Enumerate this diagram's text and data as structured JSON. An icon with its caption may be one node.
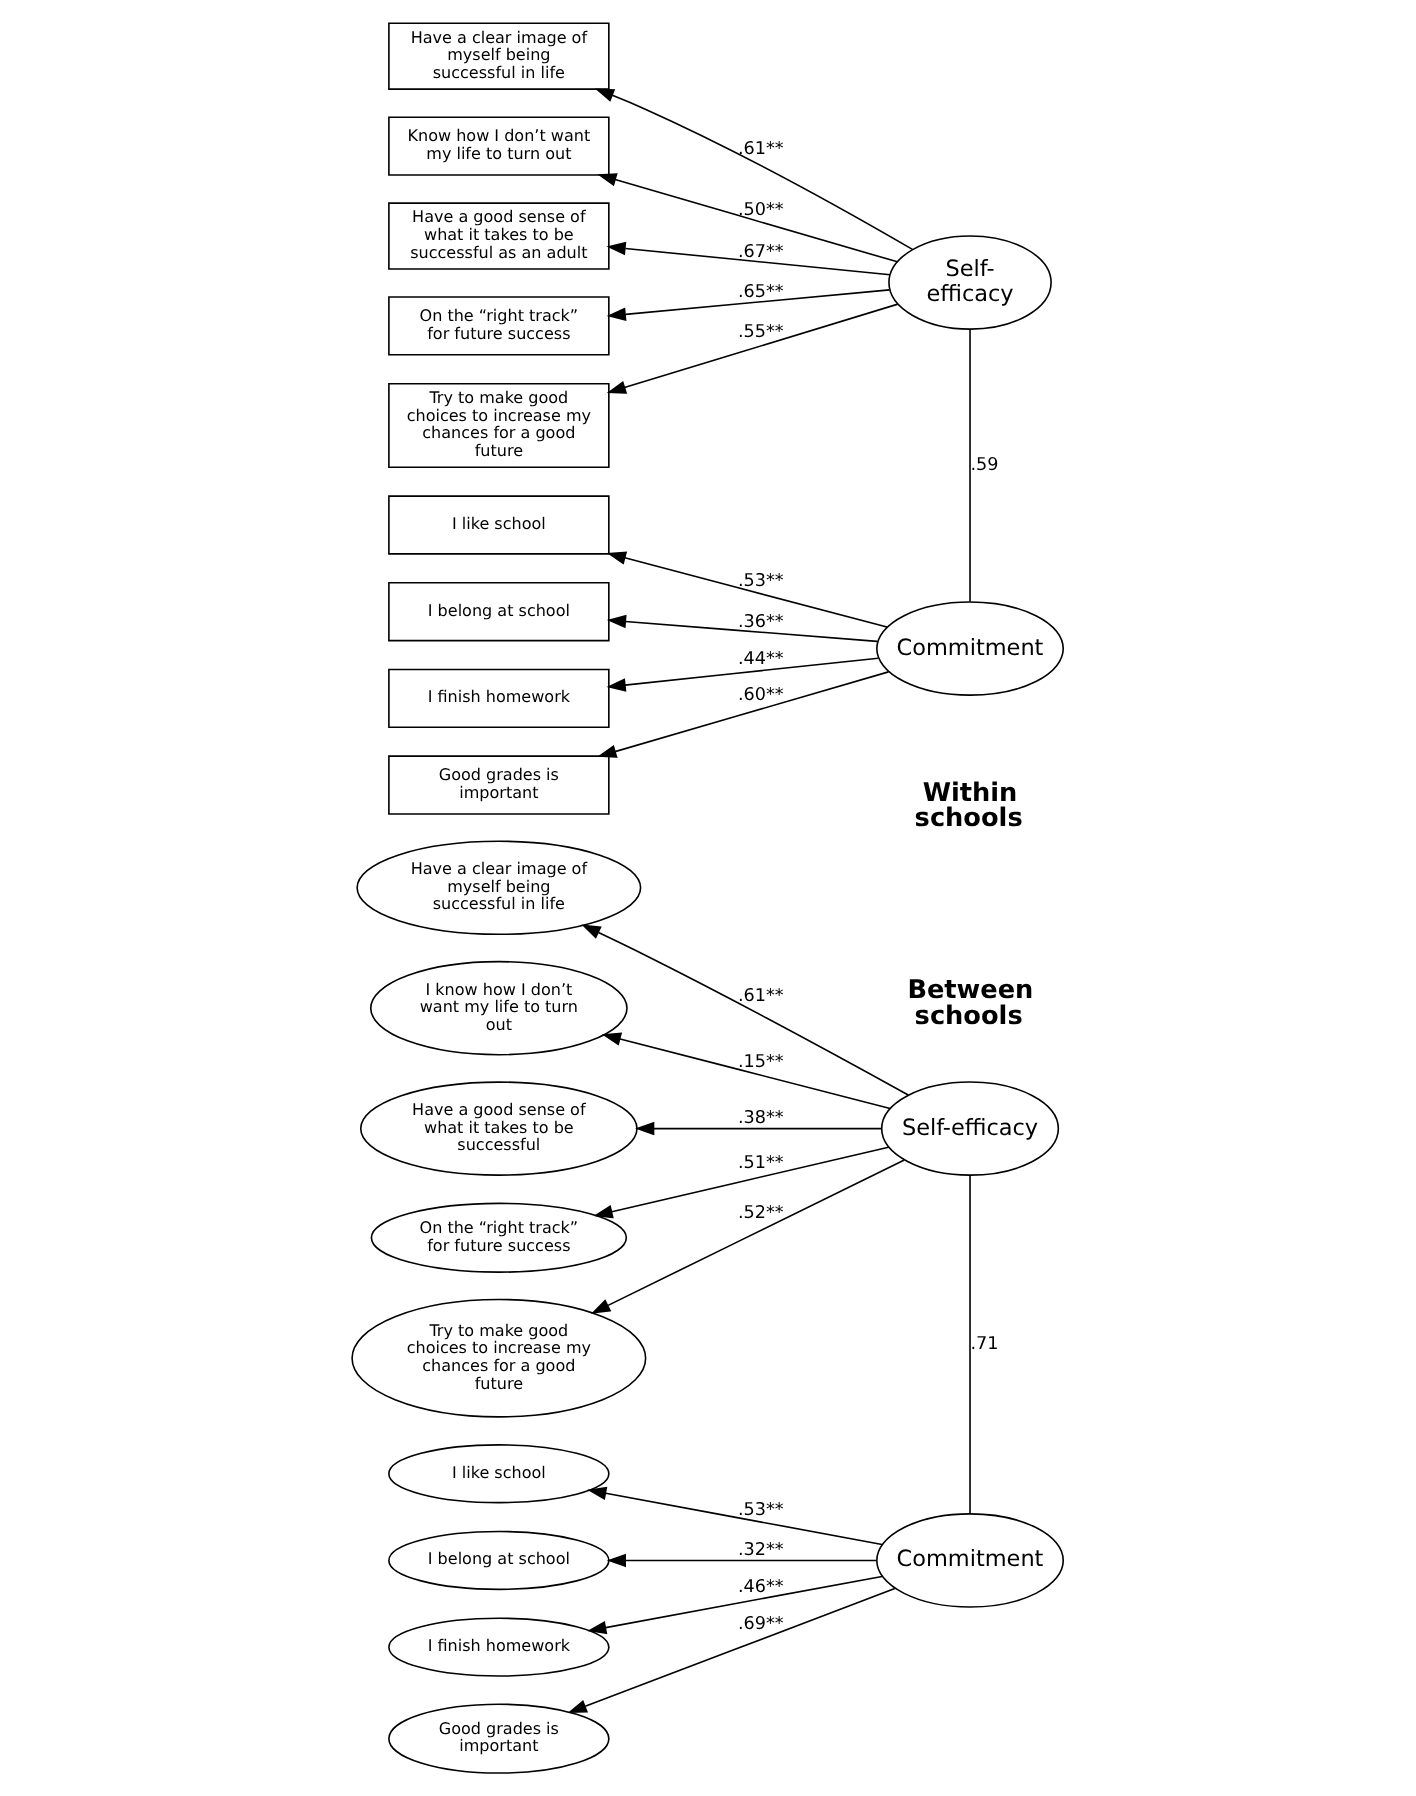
{
  "diagram": {
    "nodes": [
      {
        "text": [
          "Have a clear image of myself being successful in life"
        ]
      },
      {
        "text": [
          "Know how I don’t want my life to turn out"
        ]
      },
      {
        "text": [
          "Have a good sense of what it takes to be successful as an adult"
        ]
      },
      {
        "text": [
          "On the “right track” for future success"
        ]
      },
      {
        "text": [
          "Try to make good choices to increase my chances for a good future"
        ]
      },
      {
        "text": [
          "Self- efficacy"
        ]
      },
      {
        "text": [
          "I like school"
        ]
      },
      {
        "text": [
          "I belong at school"
        ]
      },
      {
        "text": [
          "I finish homework"
        ]
      },
      {
        "text": [
          "Good grades is important"
        ]
      },
      {
        "text": [
          "Commitment"
        ]
      },
      {
        "text": [
          "Have a clear image of myself being successful in life"
        ]
      },
      {
        "text": [
          "I know how I don’t want my life to turn out"
        ]
      },
      {
        "text": [
          "Have a good sense of what it takes to be successful"
        ]
      },
      {
        "text": [
          "On the “right track” for future success"
        ]
      },
      {
        "text": [
          "Try to make good choices to increase my chances for a good future"
        ]
      },
      {
        "text": [
          "Self-efficacy"
        ]
      },
      {
        "text": [
          "I like school"
        ]
      },
      {
        "text": [
          "I belong at school"
        ]
      },
      {
        "text": [
          "I finish homework"
        ]
      },
      {
        "text": [
          "Good grades is important"
        ]
      },
      {
        "text": [
          "Commitment"
        ]
      }
    ],
    "edges": [
      {
        "from": 5,
        "to": 0,
        "arrow": "to",
        "label": ".61**"
      },
      {
        "from": 5,
        "to": 1,
        "arrow": "to",
        "label": ".50**"
      },
      {
        "from": 5,
        "to": 2,
        "arrow": "to",
        "label": ".67**"
      },
      {
        "from": 5,
        "to": 3,
        "arrow": "to",
        "label": ".65**"
      },
      {
        "from": 5,
        "to": 4,
        "arrow": "to",
        "label": ".55**"
      },
      {
        "from": 10,
        "to": 6,
        "arrow": "to",
        "label": ".53**"
      },
      {
        "from": 10,
        "to": 7,
        "arrow": "to",
        "label": ".36**"
      },
      {
        "from": 10,
        "to": 8,
        "arrow": "to",
        "label": ".44**"
      },
      {
        "from": 10,
        "to": 9,
        "arrow": "to",
        "label": ".60**"
      },
      {
        "from": 5,
        "to": 10,
        "arrow": "none",
        "label": ".59"
      },
      {
        "from": 16,
        "to": 11,
        "arrow": "to",
        "label": ".61**"
      },
      {
        "from": 16,
        "to": 12,
        "arrow": "to",
        "label": ".15**"
      },
      {
        "from": 16,
        "to": 13,
        "arrow": "to",
        "label": ".38**"
      },
      {
        "from": 16,
        "to": 14,
        "arrow": "to",
        "label": ".51**"
      },
      {
        "from": 16,
        "to": 15,
        "arrow": "to",
        "label": ".52**"
      },
      {
        "from": 21,
        "to": 17,
        "arrow": "to",
        "label": ".53**"
      },
      {
        "from": 21,
        "to": 18,
        "arrow": "to",
        "label": ".32**"
      },
      {
        "from": 21,
        "to": 19,
        "arrow": "to",
        "label": ".46**"
      },
      {
        "from": 21,
        "to": 20,
        "arrow": "to",
        "label": ".69**"
      },
      {
        "from": 16,
        "to": 21,
        "arrow": "none",
        "label": ".71"
      }
    ],
    "labels": [
      "Within schools",
      "Between schools"
    ]
  }
}
